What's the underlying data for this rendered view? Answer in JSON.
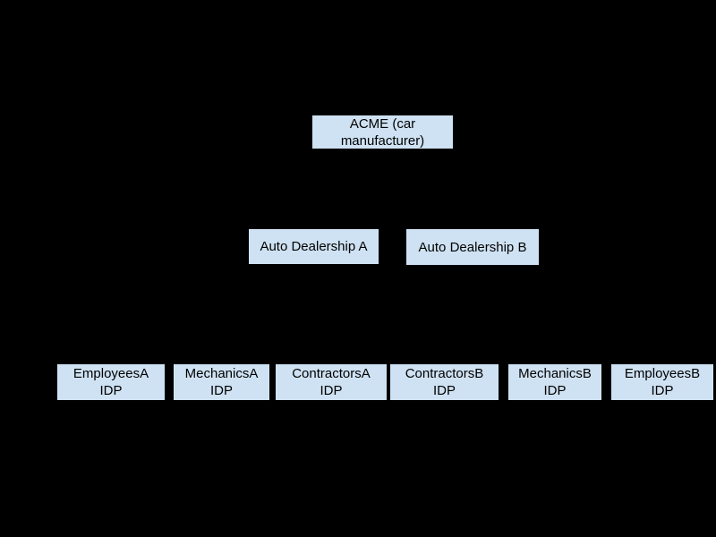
{
  "diagram": {
    "type": "hierarchy-tree",
    "colors": {
      "background": "#000000",
      "node_fill": "#cfe2f3",
      "node_text": "#000000"
    },
    "nodes": {
      "acme": {
        "lines": [
          "ACME (car",
          "manufacturer)"
        ],
        "level": 1
      },
      "dealership_a": {
        "label": "Auto Dealership A",
        "level": 2,
        "parent": "ACME (car manufacturer)"
      },
      "dealership_b": {
        "label": "Auto Dealership B",
        "level": 2,
        "parent": "ACME (car manufacturer)"
      },
      "employees_a": {
        "lines": [
          "EmployeesA",
          "IDP"
        ],
        "level": 3,
        "parent": "Auto Dealership A"
      },
      "mechanics_a": {
        "lines": [
          "MechanicsA",
          "IDP"
        ],
        "level": 3,
        "parent": "Auto Dealership A"
      },
      "contractors_a": {
        "lines": [
          "ContractorsA",
          "IDP"
        ],
        "level": 3,
        "parent": "Auto Dealership A"
      },
      "contractors_b": {
        "lines": [
          "ContractorsB",
          "IDP"
        ],
        "level": 3,
        "parent": "Auto Dealership B"
      },
      "mechanics_b": {
        "lines": [
          "MechanicsB",
          "IDP"
        ],
        "level": 3,
        "parent": "Auto Dealership B"
      },
      "employees_b": {
        "lines": [
          "EmployeesB",
          "IDP"
        ],
        "level": 3,
        "parent": "Auto Dealership B"
      }
    }
  }
}
